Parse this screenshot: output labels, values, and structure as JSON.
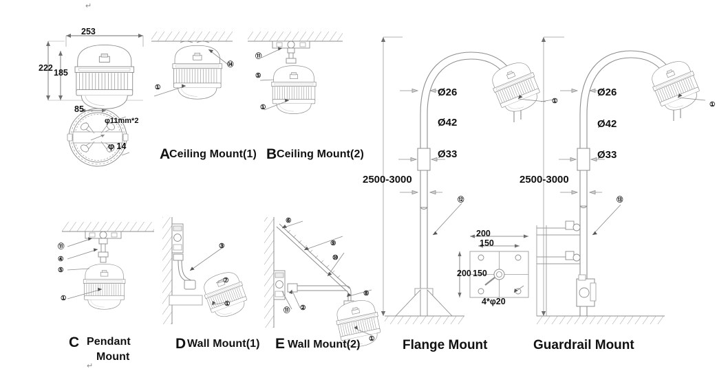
{
  "document": {
    "type": "technical-installation-drawing",
    "subject": "LED high bay / flood light mounting options",
    "background_color": "#ffffff",
    "line_color": "#8c8c8c",
    "text_color": "#111111"
  },
  "artifacts": {
    "top_mark": "↵",
    "bottom_mark": "↵"
  },
  "fixture_dimensions": {
    "width": "253",
    "height_overall": "222",
    "height_body": "185",
    "bottom_view": {
      "center_span": "85",
      "hole_note": "φ11mm*2",
      "hole_dia": "φ 14"
    }
  },
  "panels": [
    {
      "id": "a",
      "letter": "A",
      "title": "Ceiling Mount(1)",
      "callouts": [
        "1",
        "14"
      ]
    },
    {
      "id": "b",
      "letter": "B",
      "title": "Ceiling Mount(2)",
      "callouts": [
        "11",
        "5",
        "1"
      ]
    },
    {
      "id": "c",
      "letter": "C",
      "title": "Pendant",
      "title_line2": "Mount",
      "callouts": [
        "11",
        "4",
        "5",
        "1"
      ]
    },
    {
      "id": "d",
      "letter": "D",
      "title": "Wall Mount(1)",
      "callouts": [
        "3",
        "7",
        "1"
      ]
    },
    {
      "id": "e",
      "letter": "E",
      "title": "Wall Mount(2)",
      "callouts": [
        "6",
        "9",
        "10",
        "8",
        "11",
        "2",
        "1"
      ]
    },
    {
      "id": "flange",
      "letter": "",
      "title": "Flange Mount",
      "callouts": [
        "1",
        "12"
      ]
    },
    {
      "id": "guardrail",
      "letter": "",
      "title": "Guardrail Mount",
      "callouts": [
        "1",
        "13"
      ]
    }
  ],
  "pole": {
    "dia_top": "Ø26",
    "dia_mid": "Ø42",
    "dia_bottom": "Ø33",
    "height_range": "2500-3000"
  },
  "flange_plate": {
    "width_outer": "200",
    "width_inner": "150",
    "height_outer": "200",
    "height_inner": "150",
    "hole_note": "4*φ20"
  },
  "balloons": {
    "1": "①",
    "2": "②",
    "3": "③",
    "4": "④",
    "5": "⑤",
    "6": "⑥",
    "7": "⑦",
    "8": "⑧",
    "9": "⑨",
    "10": "⑩",
    "11": "⑪",
    "12": "⑫",
    "13": "⑬",
    "14": "⑭"
  }
}
